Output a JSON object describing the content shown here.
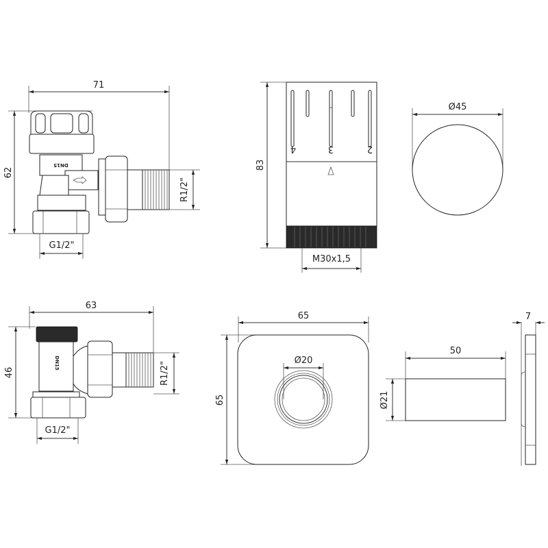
{
  "drawings": {
    "angle_valve": {
      "width_label": "71",
      "height_label": "62",
      "outlet_thread_label": "R1/2\"",
      "inlet_thread_label": "G1/2\"",
      "marking": "DN15"
    },
    "thermostatic_head_side": {
      "height_label": "83",
      "thread_label": "M30x1,5",
      "scale_numbers": [
        "4",
        "3",
        "2"
      ]
    },
    "thermostatic_head_top": {
      "diameter_label": "Ø45"
    },
    "straight_valve": {
      "width_label": "63",
      "height_label": "46",
      "outlet_thread_label": "R1/2\"",
      "inlet_thread_label": "G1/2\"",
      "marking": "DN15"
    },
    "rosette_front": {
      "width_label": "65",
      "height_label": "65",
      "hole_label": "Ø20"
    },
    "sleeve_side": {
      "length_label": "50",
      "diameter_label": "Ø21"
    },
    "rosette_side": {
      "thickness_label": "7"
    }
  }
}
